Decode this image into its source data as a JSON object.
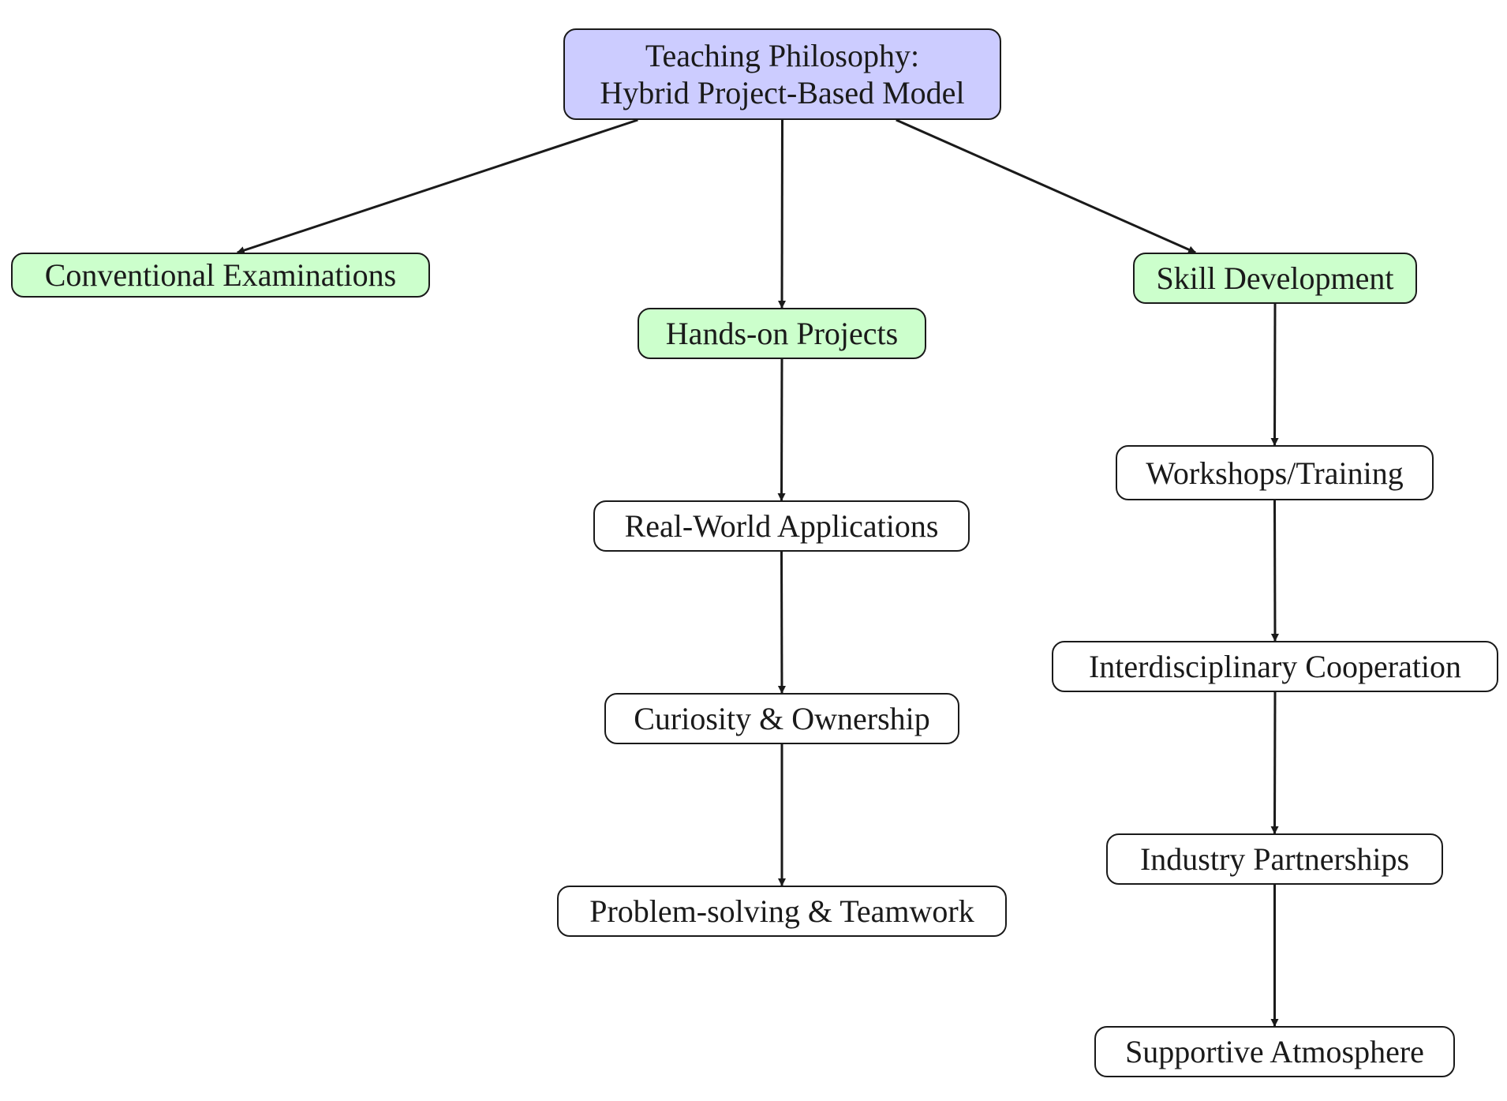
{
  "nodes": {
    "root": {
      "label_line1": "Teaching Philosophy:",
      "label_line2": "Hybrid Project-Based Model"
    },
    "conventional_examinations": {
      "label": "Conventional Examinations"
    },
    "hands_on_projects": {
      "label": "Hands-on Projects"
    },
    "skill_development": {
      "label": "Skill Development"
    },
    "real_world_applications": {
      "label": "Real-World Applications"
    },
    "curiosity_ownership": {
      "label": "Curiosity & Ownership"
    },
    "problem_solving_teamwork": {
      "label": "Problem-solving & Teamwork"
    },
    "workshops_training": {
      "label": "Workshops/Training"
    },
    "interdisciplinary_cooperation": {
      "label": "Interdisciplinary Cooperation"
    },
    "industry_partnerships": {
      "label": "Industry Partnerships"
    },
    "supportive_atmosphere": {
      "label": "Supportive Atmosphere"
    }
  },
  "edges": [
    {
      "from": "root",
      "to": "conventional_examinations"
    },
    {
      "from": "root",
      "to": "hands_on_projects"
    },
    {
      "from": "root",
      "to": "skill_development"
    },
    {
      "from": "hands_on_projects",
      "to": "real_world_applications"
    },
    {
      "from": "real_world_applications",
      "to": "curiosity_ownership"
    },
    {
      "from": "curiosity_ownership",
      "to": "problem_solving_teamwork"
    },
    {
      "from": "skill_development",
      "to": "workshops_training"
    },
    {
      "from": "workshops_training",
      "to": "interdisciplinary_cooperation"
    },
    {
      "from": "interdisciplinary_cooperation",
      "to": "industry_partnerships"
    },
    {
      "from": "industry_partnerships",
      "to": "supportive_atmosphere"
    }
  ],
  "colors": {
    "root_fill": "#ccccff",
    "branch_fill": "#ccffcc",
    "leaf_fill": "#ffffff",
    "stroke": "#1a1a1a"
  }
}
